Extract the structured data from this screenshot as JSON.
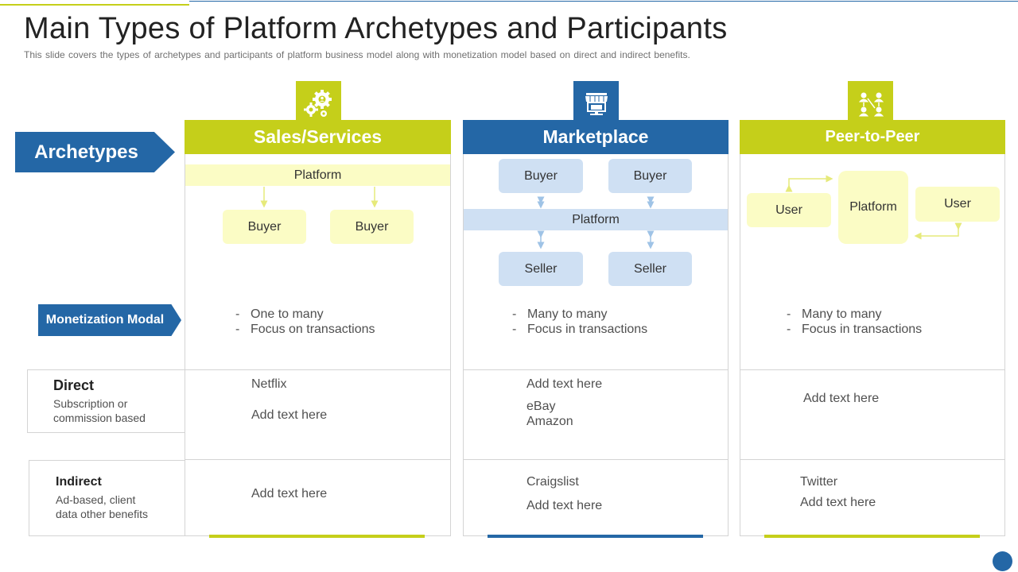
{
  "title": "Main Types of Platform Archetypes and Participants",
  "subtitle": "This slide covers the types of archetypes and participants of platform business model along with monetization model based on direct and indirect benefits.",
  "labels": {
    "archetypes": "Archetypes",
    "monetization": "Monetization Modal",
    "direct_title": "Direct",
    "direct_sub_1": "Subscription or",
    "direct_sub_2": "commission based",
    "indirect_title": "Indirect",
    "indirect_sub_1": "Ad-based, client",
    "indirect_sub_2": "data other benefits"
  },
  "colors": {
    "green": "#c5cf1a",
    "blue": "#2467a6",
    "light_yellow": "#fbfcc5",
    "light_blue": "#cfe0f3"
  },
  "columns": [
    {
      "header": "Sales/Services",
      "icon": "gears-icon",
      "diagram": {
        "platform": "Platform",
        "node_a": "Buyer",
        "node_b": "Buyer"
      },
      "monetization": [
        "One to many",
        "Focus on transactions"
      ],
      "direct": [
        "Netflix",
        "Add text here"
      ],
      "indirect": [
        "Add text here"
      ]
    },
    {
      "header": "Marketplace",
      "icon": "storefront-icon",
      "diagram": {
        "platform": "Platform",
        "buyer_a": "Buyer",
        "buyer_b": "Buyer",
        "seller_a": "Seller",
        "seller_b": "Seller"
      },
      "monetization": [
        "Many to many",
        "Focus in transactions"
      ],
      "direct": [
        "Add text here",
        "eBay",
        "Amazon"
      ],
      "indirect": [
        "Craigslist",
        "Add text here"
      ]
    },
    {
      "header": "Peer-to-Peer",
      "icon": "network-users-icon",
      "diagram": {
        "platform": "Platform",
        "user_a": "User",
        "user_b": "User"
      },
      "monetization": [
        "Many to many",
        "Focus in transactions"
      ],
      "direct": [
        "Add text here"
      ],
      "indirect": [
        "Twitter",
        "Add text here"
      ]
    }
  ]
}
